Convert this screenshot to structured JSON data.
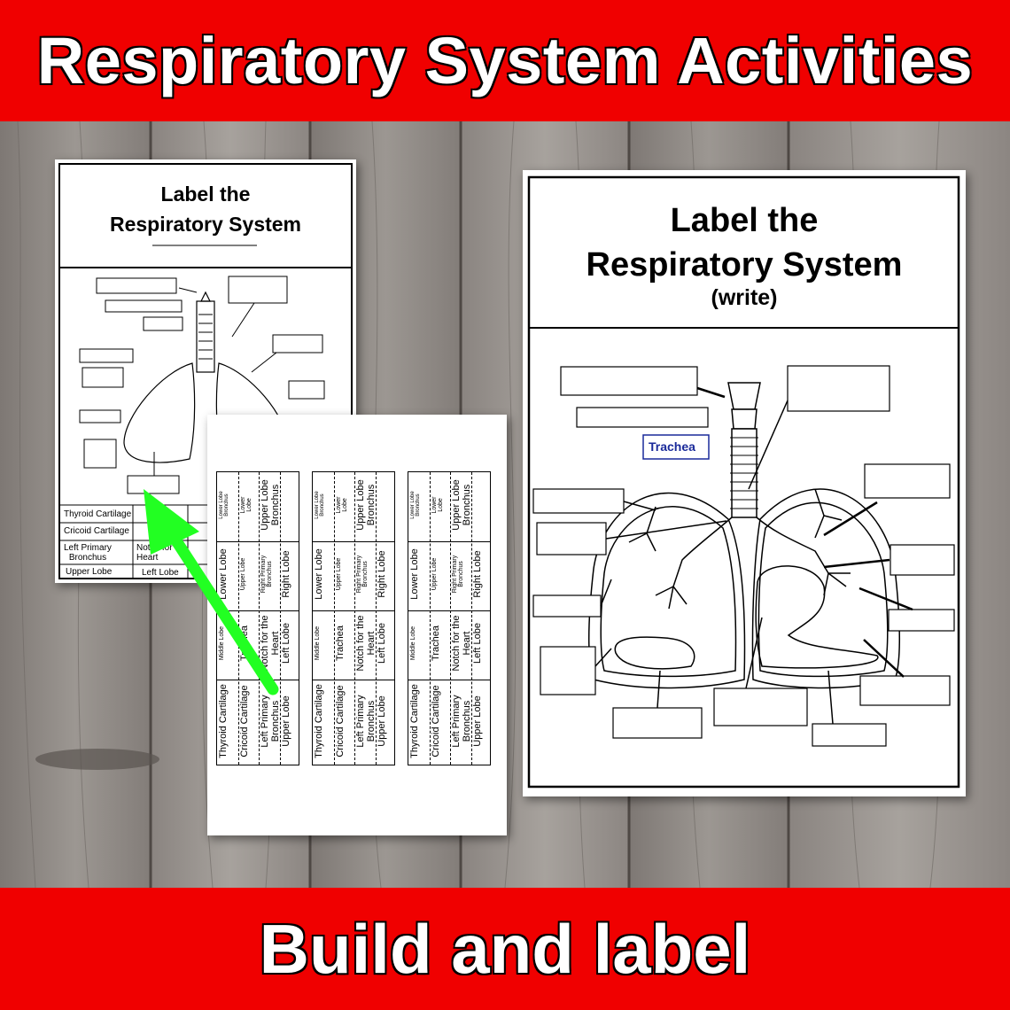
{
  "banner_top": {
    "title": "Respiratory System Activities"
  },
  "banner_bottom": {
    "title": "Build and label"
  },
  "worksheet_small": {
    "title_line1": "Label the",
    "title_line2": "Respiratory System",
    "table": {
      "thyroid": "Thyroid Cartilage",
      "cricoid": "Cricoid Cartilage",
      "left_primary_bronchus": "Left Primary\nBronchus",
      "upper_lobe": "Upper Lobe",
      "notch_partial": "Notch for\nHeart",
      "left_lobe": "Left Lobe"
    }
  },
  "worksheet_large": {
    "title_line1": "Label the",
    "title_line2": "Respiratory System",
    "subtitle": "(write)",
    "trachea_label": "Trachea"
  },
  "cut_strips": {
    "strip": {
      "lower_lobe_bronchus": "Lower Lobe\nBronchus",
      "lower_lobe_small": "Lower\nLobe",
      "upper_lobe_bronchus": "Upper Lobe\nBronchus",
      "lower_lobe": "Lower Lobe",
      "upper_lobe_small": "Upper Lobe",
      "right_primary_bronchus": "Right Primary\nBronchus",
      "right_lobe": "Right Lobe",
      "middle_lobe": "Middle Lobe",
      "trachea": "Trachea",
      "notch_for_heart": "Notch for the\nHeart",
      "left_lobe": "Left Lobe",
      "thyroid_cartilage": "Thyroid Cartilage",
      "cricoid_cartilage": "Cricoid Cartilage",
      "left_primary_bronchus": "Left Primary\nBronchus",
      "upper_lobe": "Upper Lobe"
    }
  },
  "colors": {
    "banner": "#f00000",
    "arrow": "#22ff22",
    "trachea_text": "#1a2a9a"
  }
}
